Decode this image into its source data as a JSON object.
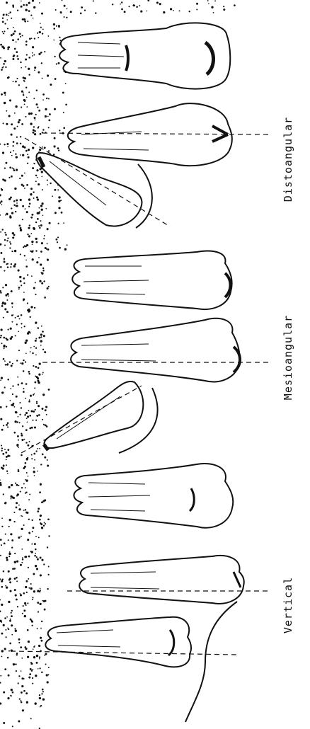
{
  "labels": {
    "distoangular": "Distoangular",
    "mesioangular": "Mesioangular",
    "vertical": "Vertical"
  },
  "colors": {
    "ink": "#111111",
    "paper": "#ffffff"
  }
}
